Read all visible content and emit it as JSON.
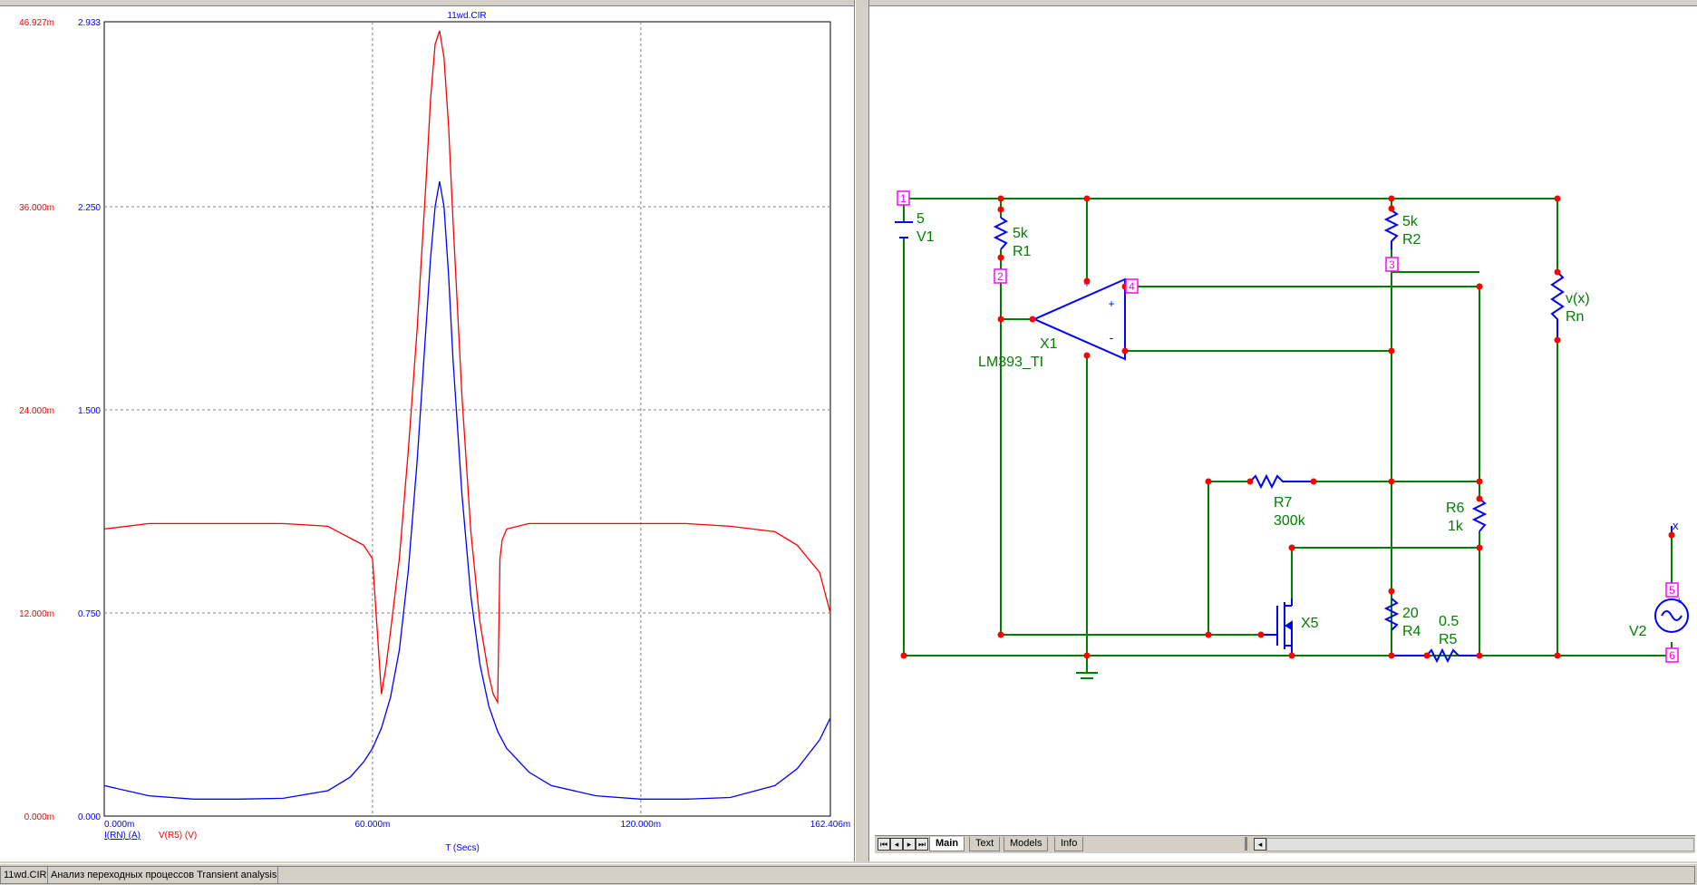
{
  "plot": {
    "title": "11wd.CIR",
    "y1_ticks": [
      "46.927m",
      "36.000m",
      "24.000m",
      "12.000m",
      "0.000m"
    ],
    "y2_ticks": [
      "2.933",
      "2.250",
      "1.500",
      "0.750",
      "0.000"
    ],
    "x_ticks": [
      "0.000m",
      "60.000m",
      "120.000m",
      "162.406m"
    ],
    "xlabel": "T (Secs)",
    "legend_blue": "I(RN) (A)",
    "legend_red": "V(R5) (V)",
    "colors": {
      "blue": "#0000ff",
      "red": "#ff0000",
      "y1": "#ff0000",
      "y2": "#0000ff"
    }
  },
  "chart_data": {
    "type": "line",
    "title": "11wd.CIR",
    "xlabel": "T (Secs)",
    "x_unit": "ms",
    "xlim": [
      0,
      162.406
    ],
    "y1lim": [
      0,
      46.927
    ],
    "y2lim": [
      0,
      2.933
    ],
    "grid": true,
    "series": [
      {
        "name": "I(RN) (A)",
        "axis": "left",
        "color": "#0000ff",
        "x": [
          0,
          10,
          20,
          30,
          40,
          50,
          55,
          58,
          60,
          62,
          64,
          66,
          68,
          70,
          72,
          73,
          74,
          75,
          76,
          77,
          78,
          80,
          82,
          84,
          86,
          88,
          90,
          95,
          100,
          110,
          120,
          130,
          140,
          150,
          155,
          160,
          162.4
        ],
        "y": [
          1.8,
          1.2,
          1.0,
          1.0,
          1.05,
          1.5,
          2.3,
          3.2,
          4.0,
          5.2,
          7.0,
          9.8,
          14.5,
          21.0,
          29.0,
          33.0,
          36.0,
          37.5,
          36.0,
          32.0,
          27.0,
          19.0,
          13.0,
          9.0,
          6.5,
          5.0,
          4.0,
          2.6,
          1.8,
          1.2,
          1.0,
          1.0,
          1.1,
          1.8,
          2.8,
          4.5,
          5.8
        ]
      },
      {
        "name": "V(R5) (V)",
        "axis": "right",
        "color": "#ff0000",
        "x": [
          0,
          10,
          20,
          30,
          40,
          50,
          58,
          60,
          62,
          63,
          64,
          66,
          68,
          70,
          72,
          73,
          74,
          75,
          76,
          77,
          78,
          80,
          82,
          84,
          86,
          87,
          88,
          88.5,
          89,
          90,
          95,
          100,
          110,
          120,
          130,
          140,
          150,
          155,
          160,
          162.4
        ],
        "y": [
          1.06,
          1.08,
          1.08,
          1.08,
          1.08,
          1.07,
          1.0,
          0.95,
          0.45,
          0.55,
          0.68,
          0.95,
          1.35,
          1.8,
          2.35,
          2.65,
          2.85,
          2.9,
          2.8,
          2.55,
          2.2,
          1.55,
          1.05,
          0.72,
          0.52,
          0.45,
          0.42,
          0.95,
          1.02,
          1.06,
          1.08,
          1.08,
          1.08,
          1.08,
          1.08,
          1.07,
          1.05,
          1.0,
          0.9,
          0.75
        ]
      }
    ]
  },
  "schematic": {
    "nodes": [
      "1",
      "2",
      "3",
      "4",
      "5",
      "6"
    ],
    "V1_value": "5",
    "V1_name": "V1",
    "R1_value": "5k",
    "R1_name": "R1",
    "R2_value": "5k",
    "R2_name": "R2",
    "X1_name": "X1",
    "X1_model": "LM393_TI",
    "Rn_value": "v(x)",
    "Rn_name": "Rn",
    "R7_name": "R7",
    "R7_value": "300k",
    "R6_name": "R6",
    "R6_value": "1k",
    "X5_name": "X5",
    "R4_value": "20",
    "R4_name": "R4",
    "R5_value": "0.5",
    "R5_name": "R5",
    "V2_name": "V2",
    "x_label": "x",
    "plus": "+",
    "minus": "-",
    "colors": {
      "wire": "#008000",
      "node": "#ff00ff",
      "comp": "#0000ff",
      "junction": "#ff0000",
      "label": "#008000"
    }
  },
  "tabs": {
    "main": "Main",
    "text": "Text",
    "models": "Models",
    "info": "Info"
  },
  "status": {
    "file": "11wd.CIR",
    "analysis": "Анализ переходных процессов Transient analysis"
  }
}
